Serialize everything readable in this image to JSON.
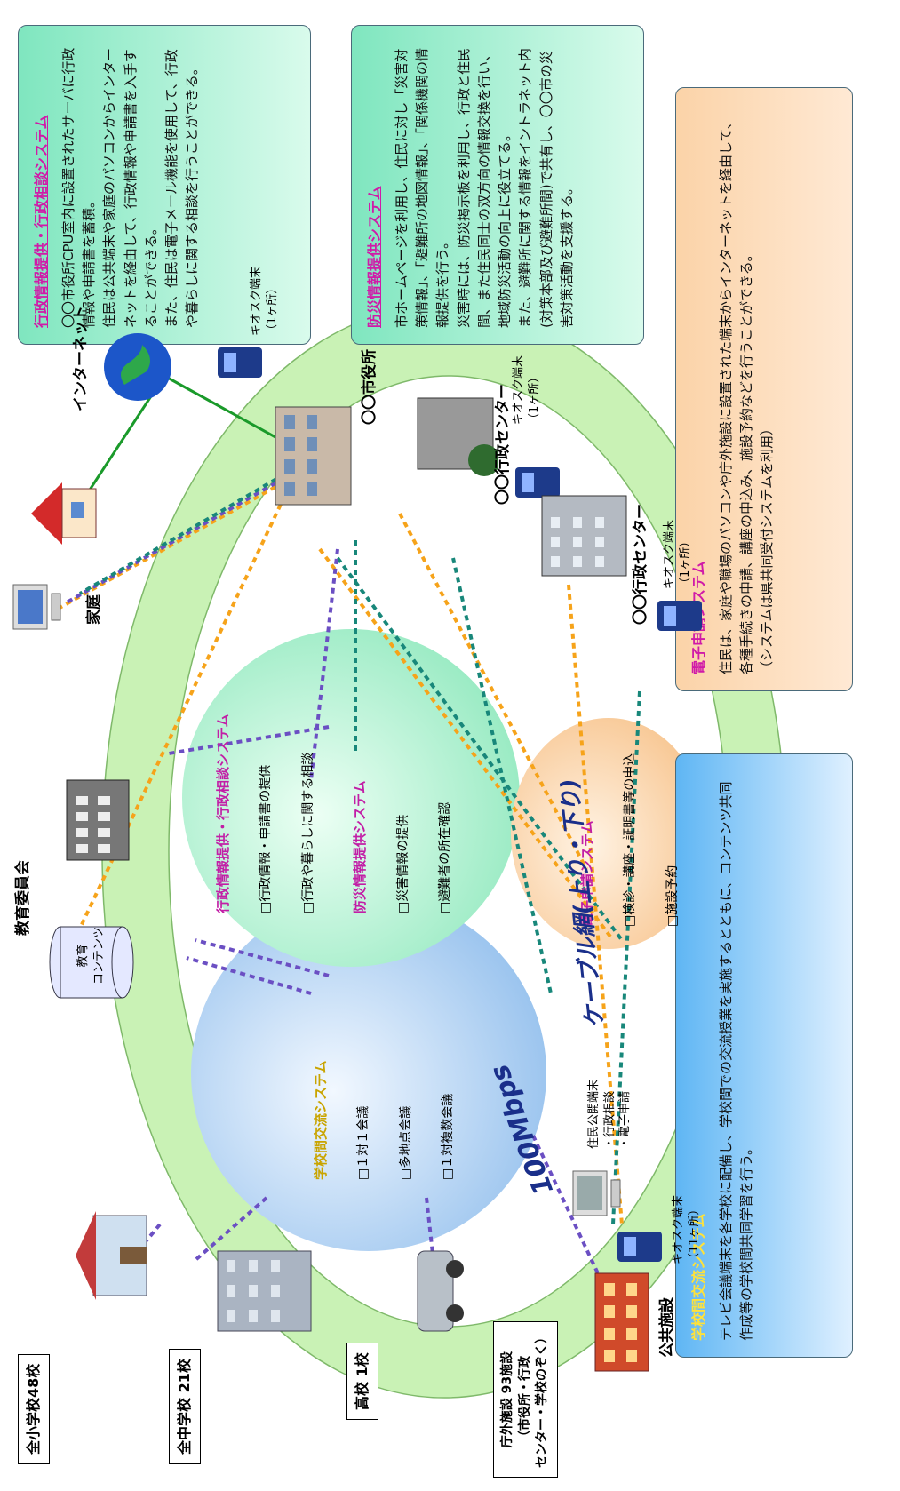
{
  "colors": {
    "ring": "#c9f2b5",
    "ring_inner": "#ffffff",
    "admin_bubble": "#a6efc9",
    "school_bubble": "#a9cdf2",
    "epetition_bubble": "#fbcf9a",
    "orange_arrow": "#f6a31a",
    "purple_arrow": "#6b4fc3",
    "teal_arrow": "#18877a",
    "title_magenta": "#d01aa8"
  },
  "boxes": {
    "admin": {
      "title": "行政情報提供・行政相談システム",
      "paragraphs": [
        "〇〇市役所CPU室内に設置されたサーバに行政情報や申請書を蓄積。",
        "住民は公共端末や家庭のパソコンからインターネットを経由して、行政情報や申請書を入手することができる。",
        "また、住民は電子メール機能を使用して、行政や暮らしに関する相談を行うことができる。"
      ]
    },
    "disaster": {
      "title": "防災情報提供システム",
      "paragraphs": [
        "市ホームページを利用し、住民に対し「災害対策情報」、「避難所の地図情報」、「関係機関の情報提供を行う。",
        "災害時には、防災掲示板を利用し、行政と住民間、また住民同士の双方向の情報交換を行い、地域防災活動の向上に役立てる。",
        "また、避難所に関する情報をイントラネット内(対策本部及び避難所間)で共有し、〇〇市の災害対策活動を支援する。"
      ]
    },
    "epetition": {
      "title": "電子申請システム",
      "paragraphs": [
        "住民は、家庭や職場のパソコンや庁外施設に設置された端末からインターネットを経由して、各種手続きの申請、講座の申込み、施設予約などを行うことができる。",
        "（システムは県共同受付システムを利用）"
      ]
    },
    "school": {
      "title": "学校間交流システム",
      "paragraphs": [
        "テレビ会議端末を各学校に配備し、学校間での交流授業を実施するとともに、コンテンツ共同作成等の学校間共同学習を行う。"
      ]
    }
  },
  "bubbles": {
    "admin": {
      "title": "行政情報提供・行政相談システム",
      "items": [
        "□行政情報・申請書の提供",
        "□行政や暮らしに関する相談"
      ],
      "title2": "防災情報提供システム",
      "items2": [
        "□災害情報の提供",
        "□避難者の所在確認"
      ]
    },
    "epetition": {
      "title": "電子申請システム",
      "items": [
        "□検診・講座・証明書等の申込",
        "□施設予約"
      ]
    },
    "school": {
      "title": "学校間交流システム",
      "items": [
        "□１対１会議",
        "□多地点会議",
        "□１対複数会議"
      ]
    }
  },
  "network": {
    "cable": "ケーブル網(上り・下り)",
    "speed": "100Mbps"
  },
  "labels": {
    "home": "家庭",
    "internet": "インターネット",
    "city_hall": "〇〇市役所",
    "city_hall_kiosk": "キオスク端末\n（1ヶ所）",
    "admin_center1": "〇〇行政センター",
    "admin_center1_kiosk": "キオスク端末\n（1ヶ所）",
    "admin_center2": "〇〇行政センター",
    "admin_center2_kiosk": "キオスク端末\n（1ヶ所）",
    "edu_board": "教育委員会",
    "edu_contents": "教育\nコンテンツ",
    "public_facility": "公共施設",
    "public_kiosk": "キオスク端末\n（11ヶ所）",
    "public_terminal": "住民公開端末\n・行政相談\n・電子申請"
  },
  "framed_labels": {
    "elementary": "全小学校48校",
    "junior_high": "全中学校 21校",
    "high_school": "高校 1校",
    "outside_facilities": "庁外施設 93施設\n（市役所・行政\nセンター・学校のぞく）"
  },
  "icons": {
    "globe": "globe-icon",
    "house": "house-icon",
    "pc": "pc-icon",
    "kiosk": "kiosk-icon",
    "building": "office-building-icon",
    "school": "school-icon",
    "database": "database-icon"
  }
}
